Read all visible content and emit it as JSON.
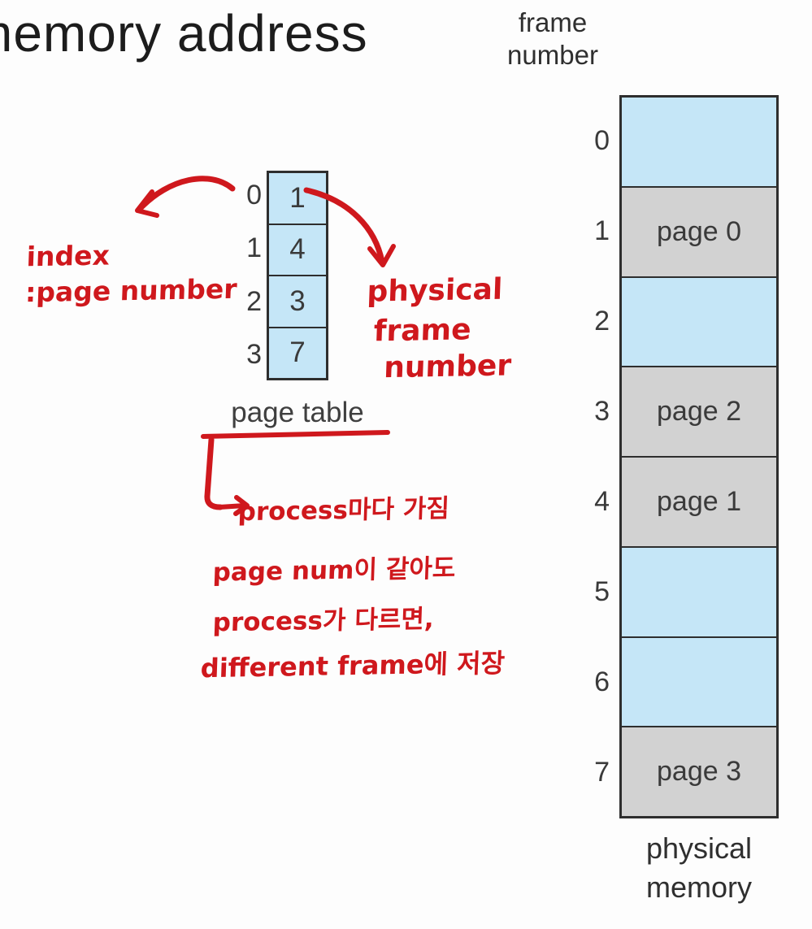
{
  "heading": {
    "text": "memory address"
  },
  "page_table": {
    "label": "page table",
    "rows": [
      {
        "index": "0",
        "value": "1"
      },
      {
        "index": "1",
        "value": "4"
      },
      {
        "index": "2",
        "value": "3"
      },
      {
        "index": "3",
        "value": "7"
      }
    ]
  },
  "physical_memory": {
    "top_label_lines": [
      "frame",
      "number"
    ],
    "bottom_label_lines": [
      "physical",
      "memory"
    ],
    "frames": [
      {
        "number": "0",
        "content": "",
        "type": "free"
      },
      {
        "number": "1",
        "content": "page 0",
        "type": "used"
      },
      {
        "number": "2",
        "content": "",
        "type": "free"
      },
      {
        "number": "3",
        "content": "page 2",
        "type": "used"
      },
      {
        "number": "4",
        "content": "page 1",
        "type": "used"
      },
      {
        "number": "5",
        "content": "",
        "type": "free"
      },
      {
        "number": "6",
        "content": "",
        "type": "free"
      },
      {
        "number": "7",
        "content": "page 3",
        "type": "used"
      }
    ]
  },
  "annotations": {
    "index_note_line1": "index",
    "index_note_line2": ":page number",
    "frame_note_line1": "physical",
    "frame_note_line2": "frame",
    "frame_note_line3": "number",
    "process_note": "process마다 가짐",
    "korean_line1": "page num이 같아도",
    "korean_line2": "process가 다르면,",
    "korean_line3": "different frame에 저장"
  },
  "colors": {
    "annotation_red": "#cf181d",
    "frame_free_blue": "#c5e6f7",
    "frame_used_gray": "#d2d2d2",
    "border_dark": "#2e2e2e"
  }
}
